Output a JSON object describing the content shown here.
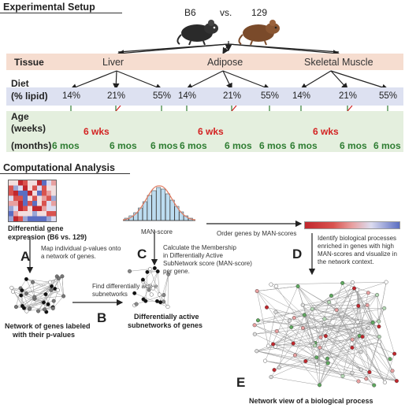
{
  "setup": {
    "title": "Experimental Setup",
    "strain_a": "B6",
    "vs": "vs.",
    "strain_b": "129",
    "tissue_label": "Tissue",
    "tissues": [
      "Liver",
      "Adipose",
      "Skeletal Muscle"
    ],
    "diet_label_1": "Diet",
    "diet_label_2": "(% lipid)",
    "diets": [
      "14%",
      "21%",
      "55%"
    ],
    "age_label_1": "Age",
    "age_label_2": "(weeks)",
    "age_label_3": "(months)",
    "weeks": "6 wks",
    "months": "6 mos",
    "colors": {
      "months": "#2e7d32",
      "weeks": "#d32222"
    }
  },
  "analysis": {
    "title": "Computational Analysis",
    "expression_caption_1": "Differential gene",
    "expression_caption_2": "expression (B6 vs. 129)",
    "step_a": "A",
    "step_a_text_1": "Map individual p-values onto",
    "step_a_text_2": "a network of genes.",
    "network_caption_1": "Network of genes labeled",
    "network_caption_2": "with their p-values",
    "step_b": "B",
    "step_b_text_1": "Find differentially active",
    "step_b_text_2": "subnetworks",
    "subnet_caption_1": "Differentially active",
    "subnet_caption_2": "subnetworks of genes",
    "histogram_label": "MAN-score",
    "step_c": "C",
    "step_c_text_1": "Calculate the Membership",
    "step_c_text_2": "in Differentially Active",
    "step_c_text_3": "SubNetwork score (MAN-score)",
    "step_c_text_4": "per gene.",
    "order_text": "Order genes by MAN-scores",
    "step_d": "D",
    "step_d_text_1": "Identify biological processes",
    "step_d_text_2": "enriched in genes with high",
    "step_d_text_3": "MAN-scores and visualize in",
    "step_d_text_4": "the network context.",
    "step_e": "E",
    "process_caption": "Network view of a biological process"
  }
}
